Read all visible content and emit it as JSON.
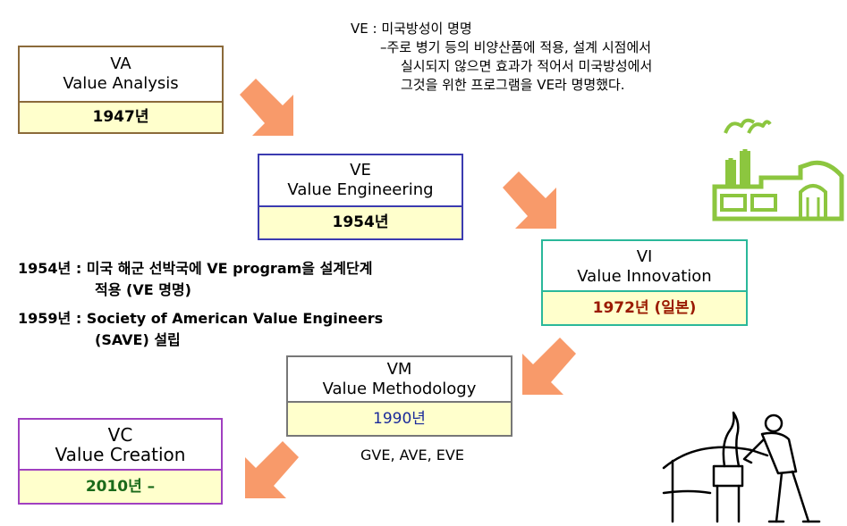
{
  "boxes": {
    "va": {
      "abbr": "VA",
      "full": "Value Analysis",
      "year": "1947년"
    },
    "ve": {
      "abbr": "VE",
      "full": "Value Engineering",
      "year": "1954년"
    },
    "vi": {
      "abbr": "VI",
      "full": "Value Innovation",
      "year": "1972년 (일본)"
    },
    "vm": {
      "abbr": "VM",
      "full": "Value  Methodology",
      "year": "1990년"
    },
    "vc": {
      "abbr": "VC",
      "full": "Value Creation",
      "year": "2010년 –"
    }
  },
  "ve_note": {
    "line1": "VE : 미국방성이 명명",
    "line2": "–주로 병기 등의 비양산품에 적용, 설계 시점에서",
    "line3": "실시되지 않으면 효과가 적어서 미국방성에서",
    "line4": "그것을 위한 프로그램을 VE라 명명했다."
  },
  "history": {
    "h1_line1": "1954년 : 미국 해군 선박국에 VE program을 설계단계",
    "h1_line2": "적용  (VE 명명)",
    "h2_line1": "1959년 : Society of American Value Engineers",
    "h2_line2": "(SAVE) 설립"
  },
  "vm_variants": "GVE, AVE, EVE",
  "colors": {
    "arrow": "#f89a6a",
    "factory": "#8cc63f"
  }
}
